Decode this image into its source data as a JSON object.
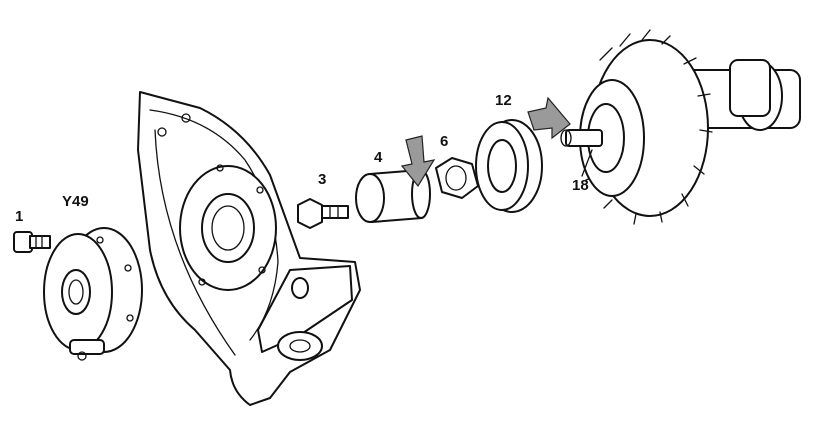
{
  "labels": {
    "bolt": "1",
    "actuator": "Y49",
    "screw": "3",
    "sleeve": "4",
    "nut": "6",
    "seal": "12",
    "camshaft": "18"
  },
  "colors": {
    "ink": "#111111",
    "arrow_fill": "#9a9a9a",
    "background": "#ffffff"
  },
  "icons": {
    "arrow_sleeve": "down-arrow-icon",
    "arrow_camshaft": "right-arrow-icon"
  }
}
